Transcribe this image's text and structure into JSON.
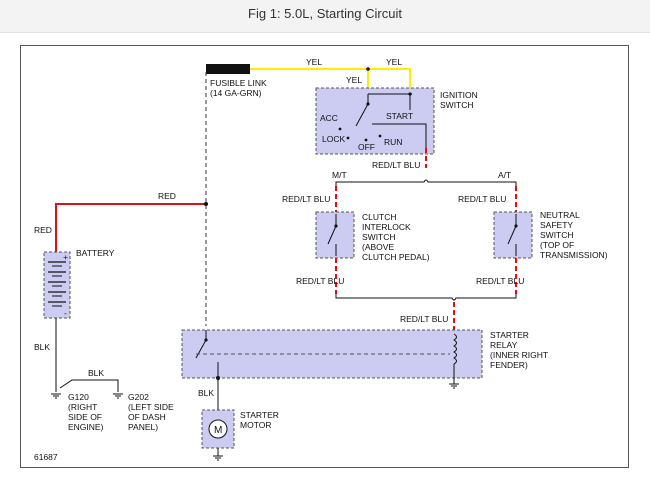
{
  "header": {
    "title": "Fig 1: 5.0L, Starting Circuit"
  },
  "colors": {
    "red_wire": "#dd1111",
    "yellow_wire": "#ffee00",
    "component_fill": "#ccccf2",
    "component_border": "#555555",
    "wire": "#333333"
  },
  "fusible_link": {
    "line1": "FUSIBLE LINK",
    "line2": "(14 GA-GRN)"
  },
  "wires": {
    "yel_top_left": "YEL",
    "yel_top_right": "YEL",
    "yel_switch": "YEL",
    "red_horizontal": "RED",
    "red_vertical": "RED",
    "red_lt_blu_switch_out": "RED/LT BLU",
    "mt": "M/T",
    "at": "A/T",
    "red_lt_blu_clutch_in": "RED/LT BLU",
    "red_lt_blu_neutral_in": "RED/LT BLU",
    "red_lt_blu_clutch_out": "RED/LT BLU",
    "red_lt_blu_neutral_out": "RED/LT BLU",
    "red_lt_blu_relay_in": "RED/LT BLU",
    "blk_battery": "BLK",
    "blk_ground": "BLK",
    "blk_starter": "BLK"
  },
  "ignition_switch": {
    "line1": "IGNITION",
    "line2": "SWITCH",
    "acc": "ACC",
    "lock": "LOCK",
    "off": "OFF",
    "run": "RUN",
    "start": "START"
  },
  "clutch_switch": {
    "line1": "CLUTCH",
    "line2": "INTERLOCK",
    "line3": "SWITCH",
    "line4": "(ABOVE",
    "line5": "CLUTCH PEDAL)"
  },
  "neutral_switch": {
    "line1": "NEUTRAL",
    "line2": "SAFETY",
    "line3": "SWITCH",
    "line4": "(TOP OF",
    "line5": "TRANSMISSION)"
  },
  "battery": {
    "label": "BATTERY",
    "plus": "+",
    "minus": "-"
  },
  "starter_relay": {
    "line1": "STARTER",
    "line2": "RELAY",
    "line3": "(INNER RIGHT",
    "line4": "FENDER)"
  },
  "starter_motor": {
    "line1": "STARTER",
    "line2": "MOTOR",
    "symbol": "M"
  },
  "g120": {
    "line1": "G120",
    "line2": "(RIGHT",
    "line3": "SIDE OF",
    "line4": "ENGINE)"
  },
  "g202": {
    "line1": "G202",
    "line2": "(LEFT SIDE",
    "line3": "OF DASH",
    "line4": "PANEL)"
  },
  "figure_number": "61687"
}
